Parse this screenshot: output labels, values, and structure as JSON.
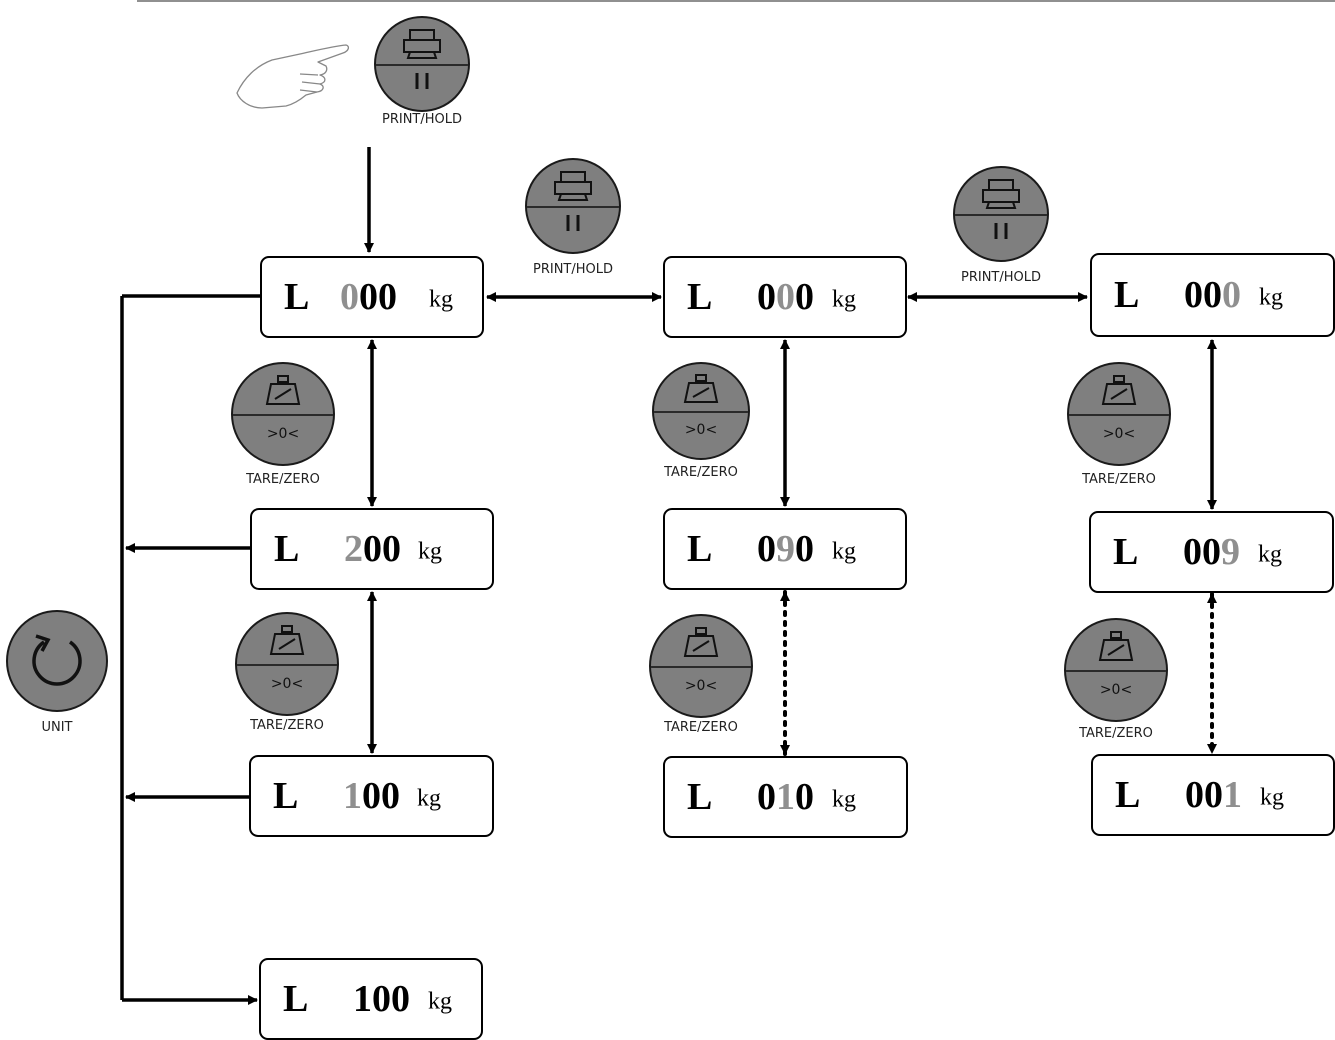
{
  "buttons": {
    "print_hold": "PRINT/HOLD",
    "tare_zero": "TARE/ZERO",
    "unit": "UNIT",
    "zero_symbol": ">0<"
  },
  "displays": [
    {
      "id": "a1",
      "letter": "L",
      "digits": [
        {
          "d": "0",
          "hi": true
        },
        {
          "d": "0",
          "hi": false
        },
        {
          "d": "0",
          "hi": false
        }
      ],
      "unit": "kg"
    },
    {
      "id": "a2",
      "letter": "L",
      "digits": [
        {
          "d": "2",
          "hi": true
        },
        {
          "d": "0",
          "hi": false
        },
        {
          "d": "0",
          "hi": false
        }
      ],
      "unit": "kg"
    },
    {
      "id": "a3",
      "letter": "L",
      "digits": [
        {
          "d": "1",
          "hi": true
        },
        {
          "d": "0",
          "hi": false
        },
        {
          "d": "0",
          "hi": false
        }
      ],
      "unit": "kg"
    },
    {
      "id": "a4",
      "letter": "L",
      "digits": [
        {
          "d": "1",
          "hi": false
        },
        {
          "d": "0",
          "hi": false
        },
        {
          "d": "0",
          "hi": false
        }
      ],
      "unit": "kg"
    },
    {
      "id": "b1",
      "letter": "L",
      "digits": [
        {
          "d": "0",
          "hi": false
        },
        {
          "d": "0",
          "hi": true
        },
        {
          "d": "0",
          "hi": false
        }
      ],
      "unit": "kg"
    },
    {
      "id": "b2",
      "letter": "L",
      "digits": [
        {
          "d": "0",
          "hi": false
        },
        {
          "d": "9",
          "hi": true
        },
        {
          "d": "0",
          "hi": false
        }
      ],
      "unit": "kg"
    },
    {
      "id": "b3",
      "letter": "L",
      "digits": [
        {
          "d": "0",
          "hi": false
        },
        {
          "d": "1",
          "hi": true
        },
        {
          "d": "0",
          "hi": false
        }
      ],
      "unit": "kg"
    },
    {
      "id": "c1",
      "letter": "L",
      "digits": [
        {
          "d": "0",
          "hi": false
        },
        {
          "d": "0",
          "hi": false
        },
        {
          "d": "0",
          "hi": true
        }
      ],
      "unit": "kg"
    },
    {
      "id": "c2",
      "letter": "L",
      "digits": [
        {
          "d": "0",
          "hi": false
        },
        {
          "d": "0",
          "hi": false
        },
        {
          "d": "9",
          "hi": true
        }
      ],
      "unit": "kg"
    },
    {
      "id": "c3",
      "letter": "L",
      "digits": [
        {
          "d": "0",
          "hi": false
        },
        {
          "d": "0",
          "hi": false
        },
        {
          "d": "1",
          "hi": true
        }
      ],
      "unit": "kg"
    }
  ],
  "colors": {
    "line": "#000000",
    "button_fill": "#7f7f7f",
    "highlight_digit": "#8f8f8f"
  }
}
